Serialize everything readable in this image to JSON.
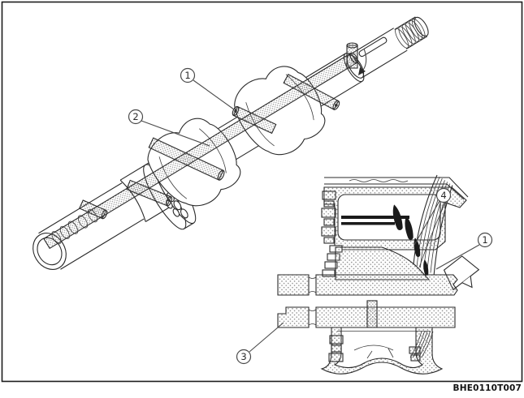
{
  "figure": {
    "id_label": "BHE0110T007"
  },
  "colors": {
    "background": "#ffffff",
    "line": "#2a2a2a",
    "border": "#1c1c1c",
    "stipple_dot": "#777777",
    "oil_jet": "#000000"
  },
  "callouts": {
    "main_view": [
      {
        "number": "1"
      },
      {
        "number": "2"
      }
    ],
    "inset_view": [
      {
        "number": "4"
      },
      {
        "number": "1"
      },
      {
        "number": "3"
      }
    ]
  }
}
